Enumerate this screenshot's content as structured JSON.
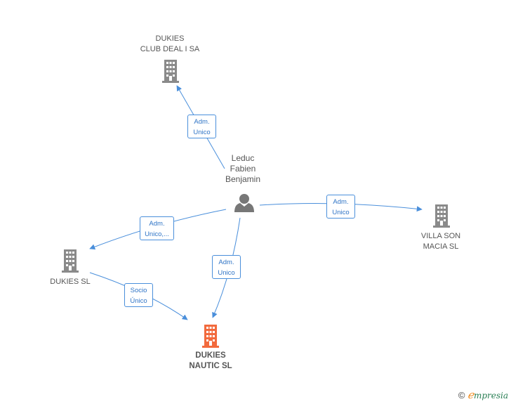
{
  "nodes": {
    "club_deal": {
      "label": "DUKIES\nCLUB DEAL I SA"
    },
    "villa_son": {
      "label": "VILLA SON\nMACIA  SL"
    },
    "dukies_sl": {
      "label": "DUKIES  SL"
    },
    "nautic": {
      "label": "DUKIES\nNAUTIC  SL"
    },
    "person": {
      "label": "Leduc\nFabien\nBenjamin"
    }
  },
  "edges": {
    "to_club_deal": "Adm.\nUnico",
    "to_villa_son": "Adm.\nUnico",
    "to_dukies_sl": "Adm.\nUnico,...",
    "to_nautic": "Adm.\nUnico",
    "sl_to_nautic": "Socio\nÚnico"
  },
  "colors": {
    "building": "#8a8a8a",
    "focus_building": "#f26a3d",
    "edge": "#4a8fdb"
  },
  "footer": {
    "copyright": "©",
    "brand_e": "ℯ",
    "brand_rest": "mpresia"
  }
}
